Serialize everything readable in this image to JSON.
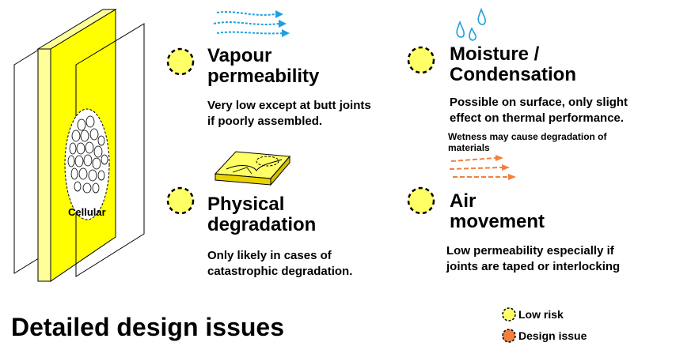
{
  "panel_label": "Cellular",
  "issues": {
    "vapour": {
      "title_line1": "Vapour",
      "title_line2": "permeability",
      "desc_line1": "Very low except at butt joints",
      "desc_line2": "if poorly assembled.",
      "risk": "low-risk",
      "icon": "vapour-flow-icon"
    },
    "moisture": {
      "title_line1": "Moisture /",
      "title_line2": "Condensation",
      "desc_line1": "Possible on surface, only slight",
      "desc_line2": "effect on thermal performance.",
      "note_line1": "Wetness may cause degradation of",
      "note_line2": "materials",
      "risk": "low-risk",
      "icon": "water-drops-icon"
    },
    "physical": {
      "title_line1": "Physical",
      "title_line2": "degradation",
      "desc_line1": "Only likely in cases of",
      "desc_line2": "catastrophic degradation.",
      "risk": "low-risk",
      "icon": "damaged-slab-icon"
    },
    "air": {
      "title_line1": "Air",
      "title_line2": "movement",
      "desc_line1": "Low permeability especially if",
      "desc_line2": "joints are taped or interlocking",
      "risk": "low-risk",
      "icon": "air-flow-icon"
    }
  },
  "page_title": "Detailed design issues",
  "legend": {
    "low_risk_label": "Low risk",
    "design_issue_label": "Design issue"
  },
  "colors": {
    "low_risk": "#ffff66",
    "design_issue": "#f08040",
    "insulation": "#ffff00",
    "insulation_edge": "#ffff99",
    "vapour_arrow": "#1ea0dc",
    "air_arrow": "#f08040"
  }
}
